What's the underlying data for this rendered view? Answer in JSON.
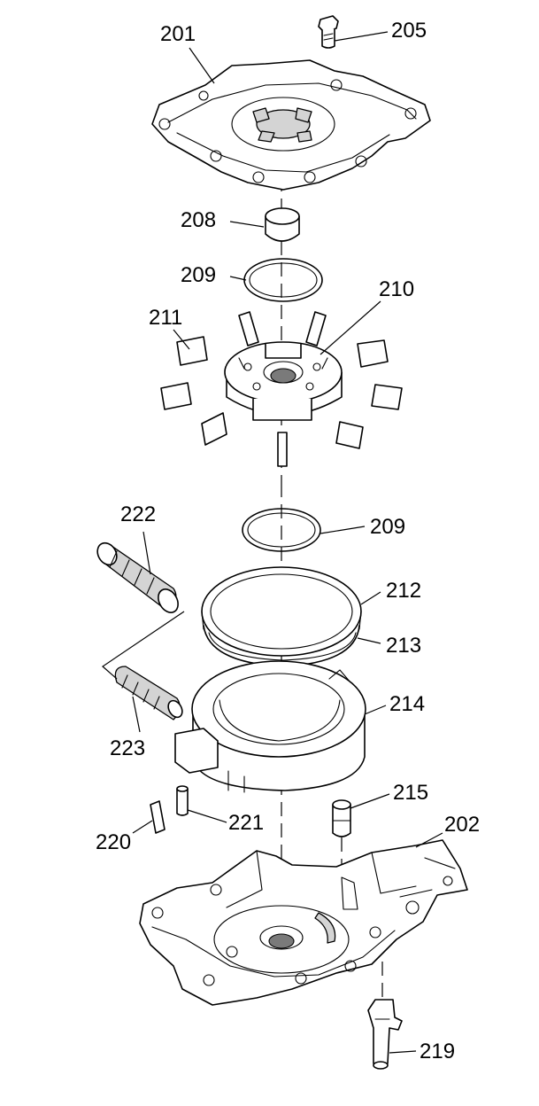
{
  "callouts": {
    "c201": "201",
    "c205": "205",
    "c208": "208",
    "c209a": "209",
    "c210": "210",
    "c211": "211",
    "c209b": "209",
    "c222": "222",
    "c212": "212",
    "c213": "213",
    "c214": "214",
    "c223": "223",
    "c215": "215",
    "c202": "202",
    "c220": "220",
    "c221": "221",
    "c219": "219"
  }
}
